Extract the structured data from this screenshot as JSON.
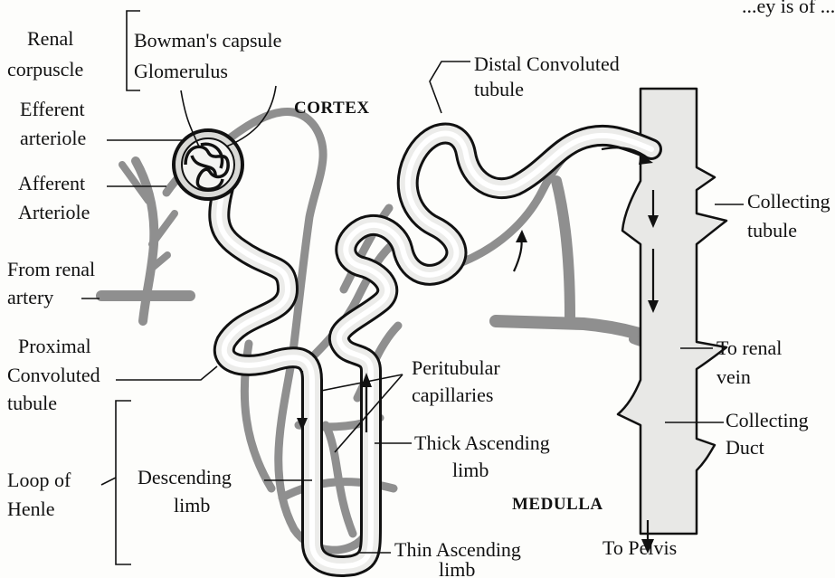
{
  "top_text": "...ey is of ... ...",
  "labels": {
    "renal_corpuscle": [
      "Renal",
      "corpuscle"
    ],
    "bowmans_capsule": "Bowman's capsule",
    "glomerulus": "Glomerulus",
    "efferent_arteriole": [
      "Efferent",
      "arteriole"
    ],
    "afferent_arteriole": [
      "Afferent",
      "Arteriole"
    ],
    "from_renal_artery": [
      "From renal",
      "artery"
    ],
    "proximal_convoluted_tubule": [
      "Proximal",
      "Convoluted",
      "tubule"
    ],
    "loop_of_henle": [
      "Loop of",
      "Henle"
    ],
    "descending_limb": [
      "Descending",
      "limb"
    ],
    "peritubular_capillaries": [
      "Peritubular",
      "capillaries"
    ],
    "thick_ascending_limb": [
      "Thick Ascending",
      "limb"
    ],
    "thin_ascending_limb": [
      "Thin Ascending",
      "limb"
    ],
    "cortex": "CORTEX",
    "medulla": "MEDULLA",
    "distal_convoluted_tubule": [
      "Distal Convoluted",
      "tubule"
    ],
    "collecting_tubule": [
      "Collecting",
      "tubule"
    ],
    "to_renal_vein": [
      "To renal",
      "vein"
    ],
    "collecting_duct": [
      "Collecting",
      "Duct"
    ],
    "to_pelvis": "To Pelvis"
  }
}
